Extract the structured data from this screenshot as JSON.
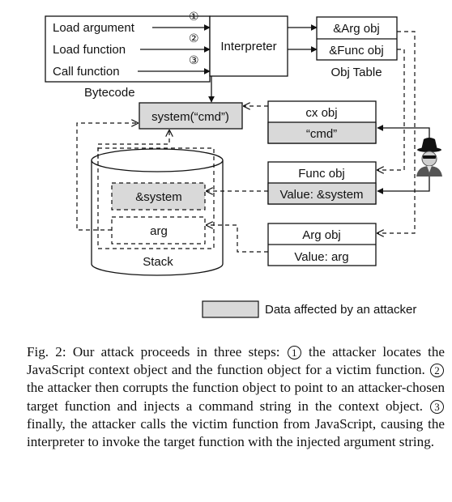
{
  "bytecode": {
    "items": [
      "Load argument",
      "Load function",
      "Call function"
    ],
    "label": "Bytecode"
  },
  "steps": [
    "①",
    "②",
    "③"
  ],
  "interpreter": "Interpreter",
  "obj_table": {
    "items": [
      "&Arg obj",
      "&Func obj"
    ],
    "label": "Obj Table"
  },
  "system_call": "system(“cmd”)",
  "cx_obj": {
    "title": "cx obj",
    "value": "“cmd”"
  },
  "func_obj": {
    "title": "Func obj",
    "value": "Value: &system"
  },
  "arg_obj": {
    "title": "Arg obj",
    "value": "Value: arg"
  },
  "stack": {
    "items": [
      "&system",
      "arg"
    ],
    "label": "Stack"
  },
  "legend": {
    "label": "Data affected by an attacker",
    "color": "#d9d9d9"
  },
  "attacker_icon": "spy-attacker-icon",
  "caption": {
    "prefix": "Fig. 2: Our attack proceeds in three steps:",
    "n1": "1",
    "part1": "the attacker locates the JavaScript context object and the function object for a victim function.",
    "n2": "2",
    "part2": "the attacker then corrupts the function object to point to an attacker-chosen target function and injects a command string in the context object.",
    "n3": "3",
    "part3": "finally, the attacker calls the victim function from JavaScript, causing the interpreter to invoke the target function with the injected argument string."
  }
}
